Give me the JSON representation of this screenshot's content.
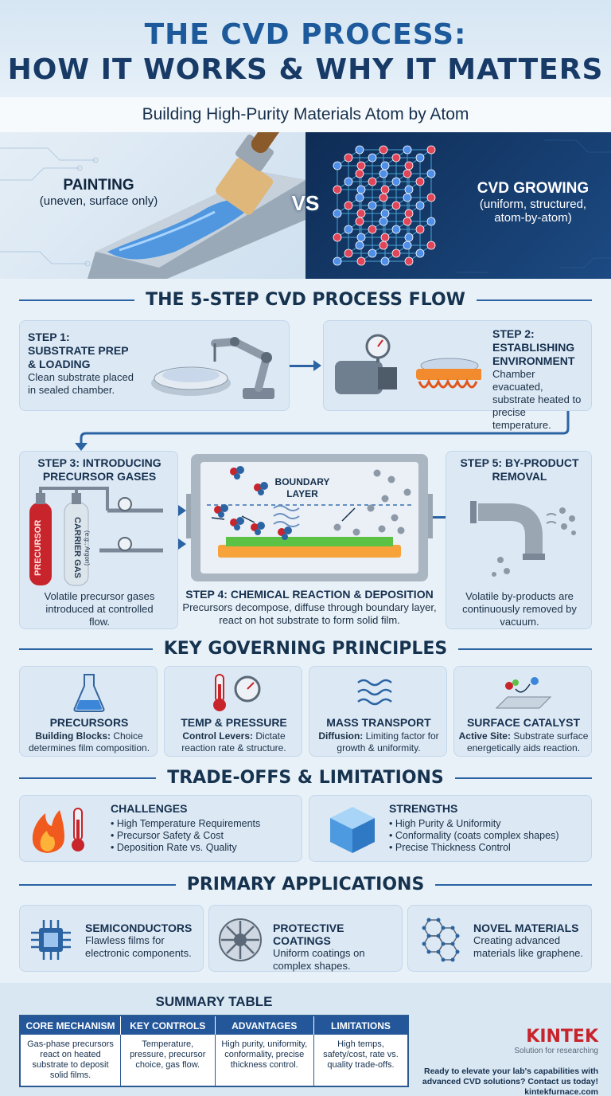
{
  "header": {
    "title_line1": "THE CVD PROCESS:",
    "title_line2": "HOW IT WORKS & WHY IT MATTERS",
    "subtitle": "Building High-Purity Materials Atom by Atom"
  },
  "comparison": {
    "left_title": "PAINTING",
    "left_sub": "(uneven, surface only)",
    "vs": "VS",
    "right_title": "CVD GROWING",
    "right_sub_1": "(uniform, structured,",
    "right_sub_2": "atom-by-atom)"
  },
  "process": {
    "heading": "THE 5-STEP CVD PROCESS FLOW",
    "step1": {
      "title_1": "STEP 1:",
      "title_2": "SUBSTRATE PREP",
      "title_3": "& LOADING",
      "desc_1": "Clean substrate placed",
      "desc_2": "in sealed chamber."
    },
    "step2": {
      "title_1": "STEP 2:",
      "title_2": "ESTABLISHING",
      "title_3": "ENVIRONMENT",
      "desc_1": "Chamber evacuated,",
      "desc_2": "substrate heated to",
      "desc_3": "precise temperature."
    },
    "step3": {
      "title_1": "STEP 3: INTRODUCING",
      "title_2": "PRECURSOR GASES",
      "desc_1": "Volatile precursor gases",
      "desc_2": "introduced at controlled",
      "desc_3": "flow.",
      "cyl1": "PRECURSOR",
      "cyl2": "CARRIER GAS",
      "cyl2_sub": "(e.g., Argon)"
    },
    "step4": {
      "title": "STEP 4: CHEMICAL REACTION & DEPOSITION",
      "desc_1": "Precursors decompose, diffuse through boundary layer,",
      "desc_2": "react on hot substrate to form solid film.",
      "boundary_1": "BOUNDARY",
      "boundary_2": "LAYER"
    },
    "step5": {
      "title_1": "STEP 5: BY-PRODUCT",
      "title_2": "REMOVAL",
      "desc_1": "Volatile by-products are",
      "desc_2": "continuously removed by",
      "desc_3": "vacuum."
    }
  },
  "principles": {
    "heading": "KEY GOVERNING PRINCIPLES",
    "items": [
      {
        "title": "PRECURSORS",
        "lead": "Building Blocks:",
        "desc_1": " Choice",
        "desc_2": "determines film composition.",
        "icon": "flask-icon"
      },
      {
        "title": "TEMP & PRESSURE",
        "lead": "Control Levers:",
        "desc_1": " Dictate",
        "desc_2": "reaction rate & structure.",
        "icon": "thermometer-gauge-icon"
      },
      {
        "title": "MASS TRANSPORT",
        "lead": "Diffusion:",
        "desc_1": " Limiting factor for",
        "desc_2": "growth & uniformity.",
        "icon": "waves-icon"
      },
      {
        "title": "SURFACE CATALYST",
        "lead": "Active Site:",
        "desc_1": " Substrate surface",
        "desc_2": "energetically aids reaction.",
        "icon": "surface-icon"
      }
    ]
  },
  "tradeoffs": {
    "heading": "TRADE-OFFS & LIMITATIONS",
    "challenges_title": "CHALLENGES",
    "challenges": [
      "High Temperature Requirements",
      "Precursor Safety & Cost",
      "Deposition Rate vs. Quality"
    ],
    "strengths_title": "STRENGTHS",
    "strengths": [
      "High Purity & Uniformity",
      "Conformality (coats complex shapes)",
      "Precise Thickness Control"
    ]
  },
  "applications": {
    "heading": "PRIMARY APPLICATIONS",
    "items": [
      {
        "title": "SEMICONDUCTORS",
        "desc_1": "Flawless films for",
        "desc_2": "electronic components."
      },
      {
        "title": "PROTECTIVE COATINGS",
        "desc_1": "Uniform coatings on",
        "desc_2": "complex shapes."
      },
      {
        "title": "NOVEL MATERIALS",
        "desc_1": "Creating advanced",
        "desc_2": "materials like graphene."
      }
    ]
  },
  "summary": {
    "heading": "SUMMARY TABLE",
    "columns": [
      "CORE MECHANISM",
      "KEY CONTROLS",
      "ADVANTAGES",
      "LIMITATIONS"
    ],
    "cells": [
      "Gas-phase precursors react on heated substrate to deposit solid films.",
      "Temperature, pressure, precursor choice, gas flow.",
      "High purity, uniformity, conformality, precise thickness control.",
      "High temps, safety/cost, rate vs. quality trade-offs."
    ]
  },
  "brand": {
    "logo": "KINTEK",
    "tagline": "Solution for researching",
    "cta_1": "Ready to elevate your lab's capabilities with",
    "cta_2": "advanced CVD solutions? Contact us today!",
    "url": "kintekfurnace.com"
  },
  "colors": {
    "accent": "#2b63a3",
    "title_blue": "#1d5a9c",
    "navy": "#173a66",
    "card": "#dce9f5",
    "brand_red": "#c8242b"
  }
}
